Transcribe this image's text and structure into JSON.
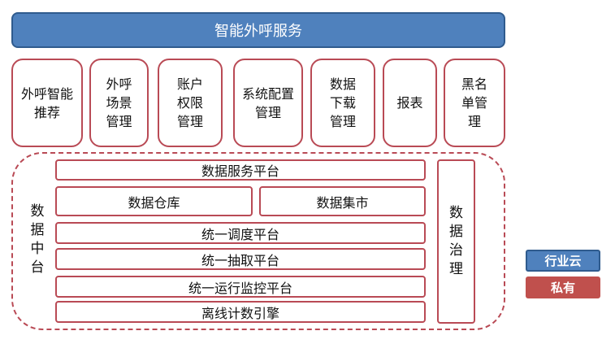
{
  "banner": {
    "title": "智能外呼服务"
  },
  "modules": [
    {
      "label": "外呼智能推荐"
    },
    {
      "label": "外呼场景管理"
    },
    {
      "label": "账户权限管理"
    },
    {
      "label": "系统配置管理"
    },
    {
      "label": "数据下载管理"
    },
    {
      "label": "报表"
    },
    {
      "label": "黑名单管理"
    }
  ],
  "data_middle": {
    "label": "数据中台",
    "service_platform": "数据服务平台",
    "warehouse": "数据仓库",
    "mart": "数据集市",
    "scheduler": "统一调度平台",
    "extractor": "统一抽取平台",
    "monitor": "统一运行监控平台",
    "offline_engine": "离线计数引擎",
    "governance": "数据治理"
  },
  "legend": {
    "industry_cloud": {
      "label": "行业云",
      "color": "#4f81bd"
    },
    "private": {
      "label": "私有",
      "color": "#c0504d"
    }
  }
}
